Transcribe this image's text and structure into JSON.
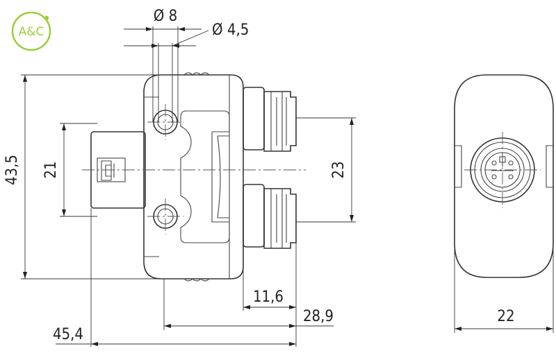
{
  "logo": {
    "text": "A&C",
    "color": "#9acd3c"
  },
  "dimensions": {
    "d_8": "Ø 8",
    "d_4_5": "Ø 4,5",
    "height_43_5": "43,5",
    "height_21": "21",
    "spacing_23": "23",
    "length_11_6": "11,6",
    "length_28_9": "28,9",
    "length_45_4": "45,4",
    "width_22": "22"
  }
}
